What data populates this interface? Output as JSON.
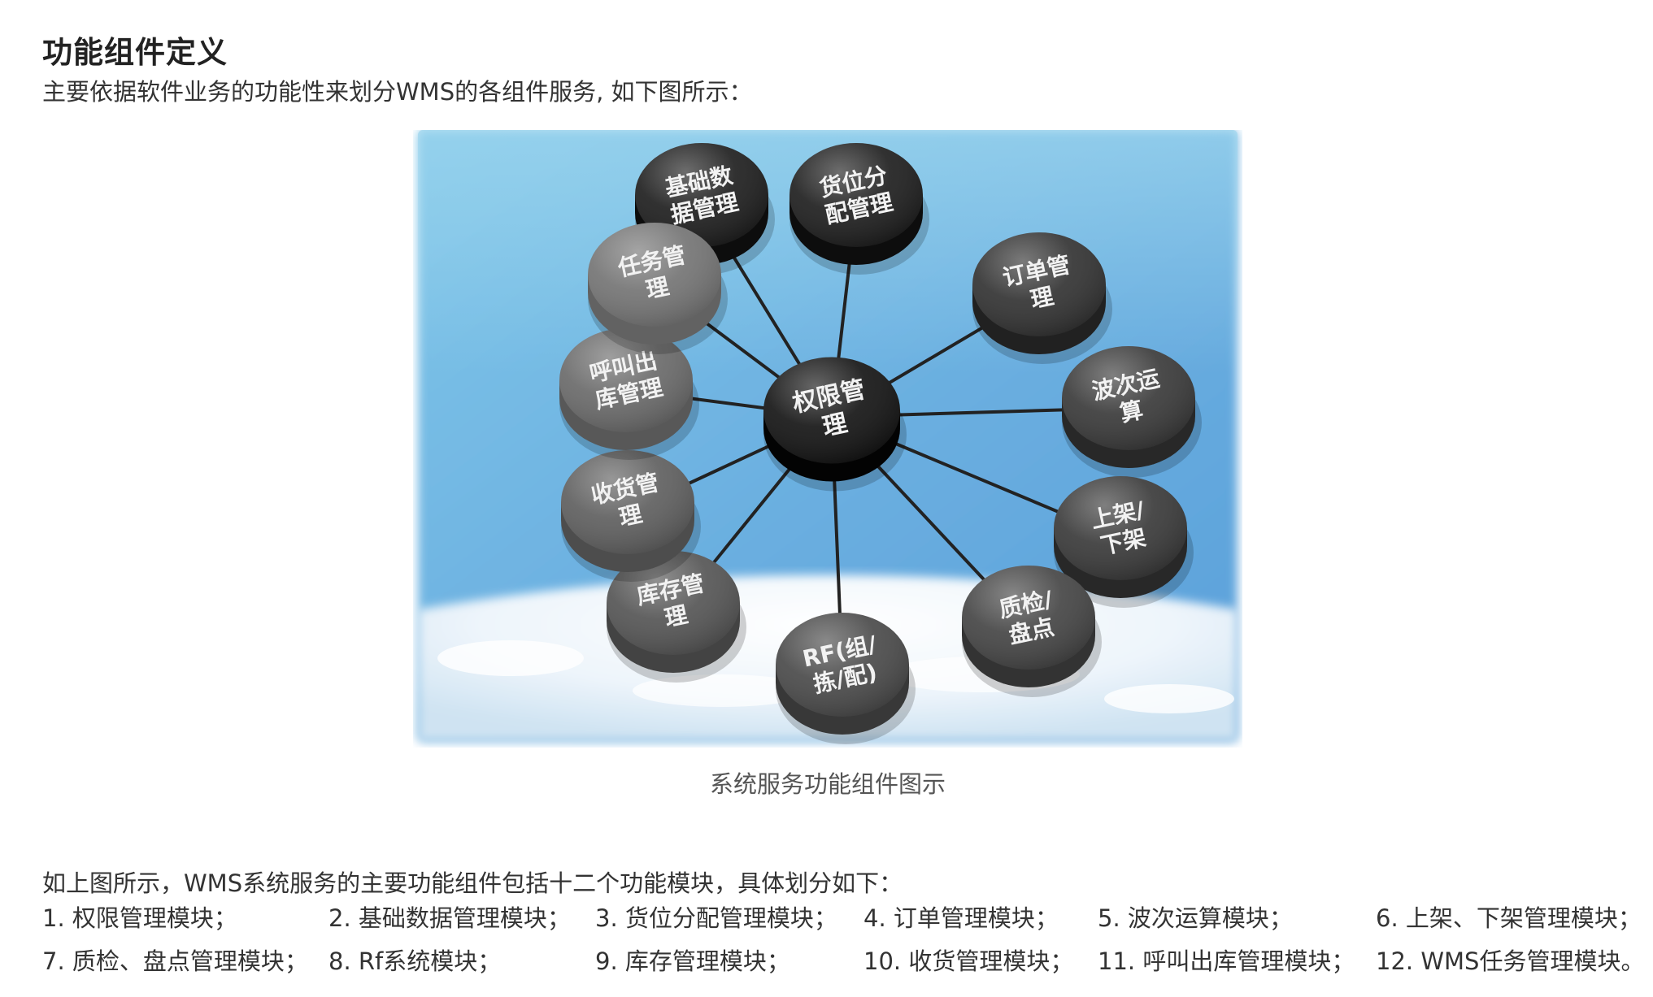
{
  "heading": "功能组件定义",
  "subheading": "主要依据软件业务的功能性来划分WMS的各组件服务, 如下图所示：",
  "figure": {
    "caption": "系统服务功能组件图示",
    "center": {
      "line1": "权限管",
      "line2": "理"
    },
    "nodes": [
      {
        "line1": "基础数",
        "line2": "据管理",
        "tone": "#1f1f1f"
      },
      {
        "line1": "货位分",
        "line2": "配管理",
        "tone": "#1f1f1f"
      },
      {
        "line1": "订单管",
        "line2": "理",
        "tone": "#333333"
      },
      {
        "line1": "波次运",
        "line2": "算",
        "tone": "#3a3a3a"
      },
      {
        "line1": "上架/",
        "line2": "下架",
        "tone": "#3a3a3a"
      },
      {
        "line1": "质检/",
        "line2": "盘点",
        "tone": "#454545"
      },
      {
        "line1": "RF(组/",
        "line2": "拣/配)",
        "tone": "#4a4a4a"
      },
      {
        "line1": "库存管",
        "line2": "理",
        "tone": "#555555"
      },
      {
        "line1": "收货管",
        "line2": "理",
        "tone": "#5f5f5f"
      },
      {
        "line1": "呼叫出",
        "line2": "库管理",
        "tone": "#6a6a6a"
      },
      {
        "line1": "任务管",
        "line2": "理",
        "tone": "#747474"
      }
    ]
  },
  "intro": "如上图所示，WMS系统服务的主要功能组件包括十二个功能模块，具体划分如下：",
  "modules": [
    "1. 权限管理模块；",
    "2. 基础数据管理模块；",
    "3. 货位分配管理模块；",
    "4. 订单管理模块；",
    "5. 波次运算模块；",
    "6. 上架、下架管理模块；",
    "7. 质检、盘点管理模块；",
    "8. Rf系统模块；",
    "9. 库存管理模块；",
    "10. 收货管理模块；",
    "11. 呼叫出库管理模块；",
    "12. WMS任务管理模块。"
  ]
}
